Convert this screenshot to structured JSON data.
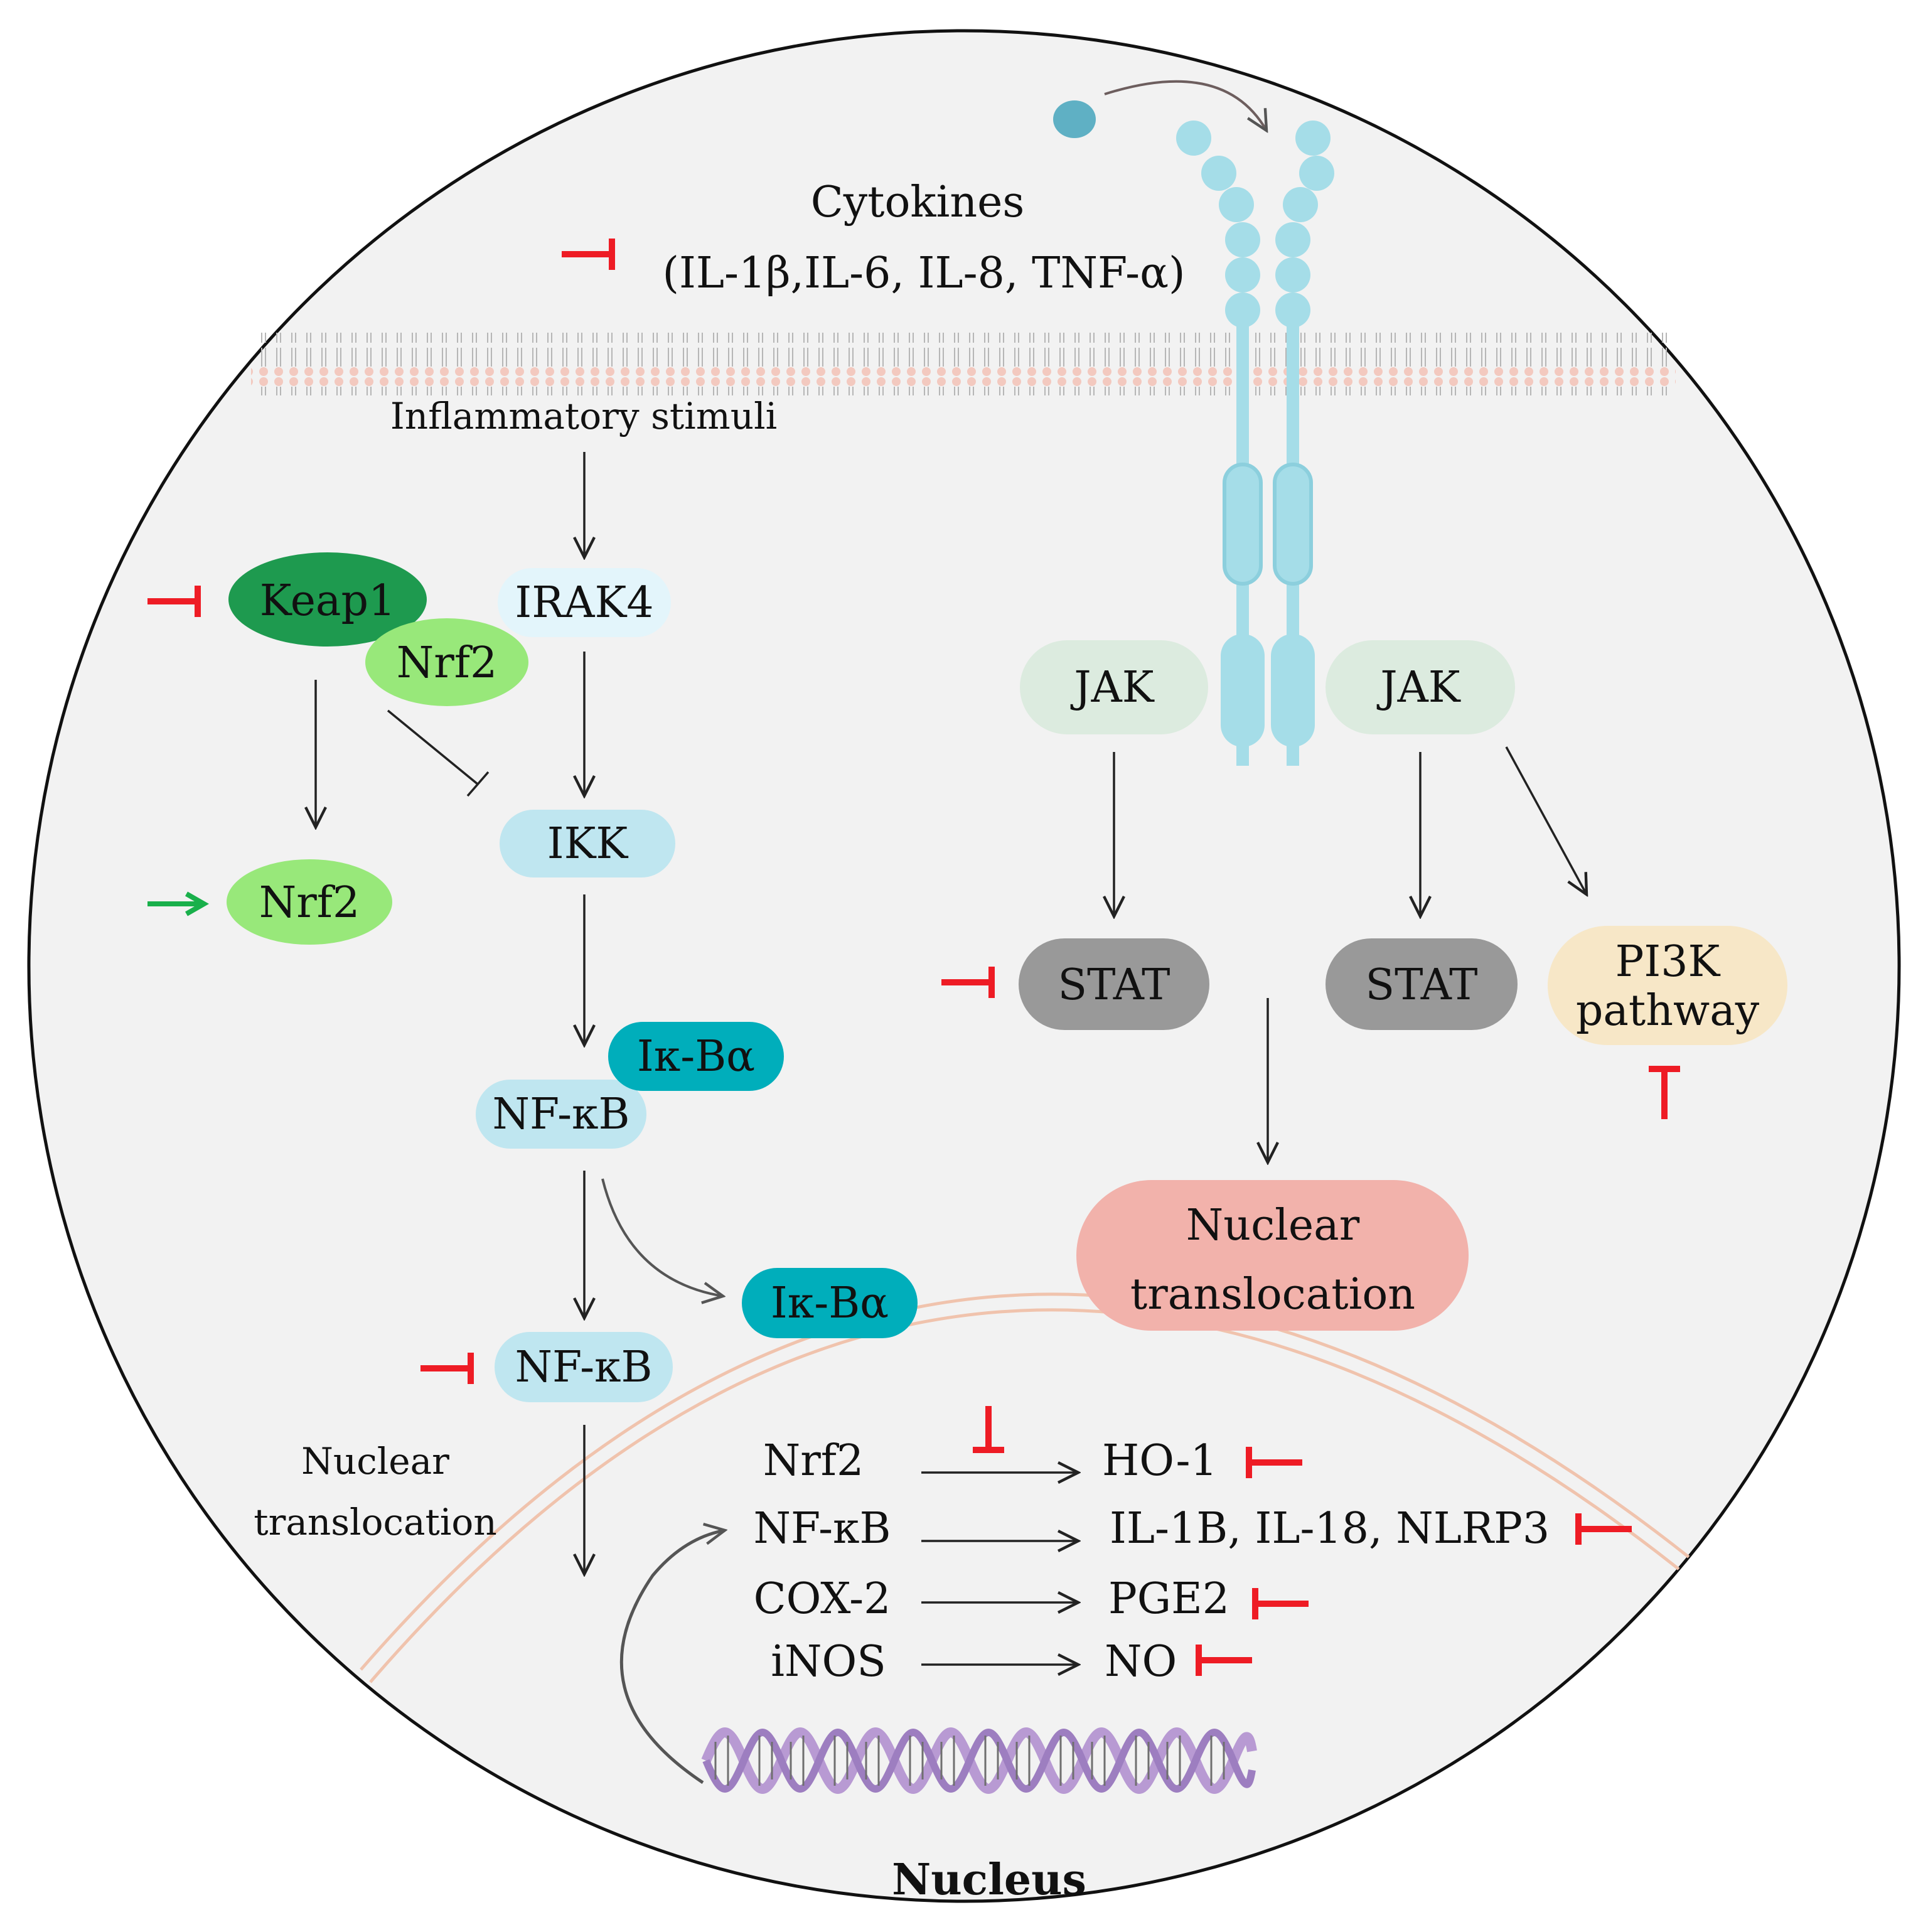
{
  "labels": {
    "cytokines": "Cytokines",
    "cytokine_list": "(IL-1β,IL-6, IL-8, TNF-α)",
    "inflammatory_stimuli": "Inflammatory stimuli",
    "keap1": "Keap1",
    "nrf2_bound": "Nrf2",
    "nrf2_free": "Nrf2",
    "irak4": "IRAK4",
    "ikk": "IKK",
    "ikba_bound": "Iκ-Bα",
    "nfkb_bound": "NF-κB",
    "ikba_released": "Iκ-Bα",
    "nfkb_free": "NF-κB",
    "nuclear_translocation_left_line1": "Nuclear",
    "nuclear_translocation_left_line2": "translocation",
    "jak_left": "JAK",
    "jak_right": "JAK",
    "stat_left": "STAT",
    "stat_right": "STAT",
    "pi3k_line1": "PI3K",
    "pi3k_line2": "pathway",
    "nuclear_translocation_right_line1": "Nuclear",
    "nuclear_translocation_right_line2": "translocation",
    "nucleus": "Nucleus"
  },
  "nuclear_genes": [
    {
      "source": "Nrf2",
      "target": "HO-1"
    },
    {
      "source": "NF-κB",
      "target": "IL-1B, IL-18, NLRP3"
    },
    {
      "source": "COX-2",
      "target": "PGE2"
    },
    {
      "source": "iNOS",
      "target": "NO"
    }
  ],
  "colors": {
    "cell_fill": "#f2f2f2",
    "membrane": "#f3c9bf",
    "keap1": "#1e9a4f",
    "nrf2": "#98e87a",
    "light_blue": "#bfe6f0",
    "very_light_blue": "#e3f5fb",
    "teal": "#00aebb",
    "jak": "#dcebdf",
    "stat": "#999999",
    "pi3k": "#f7e7c7",
    "nuclear_translocation": "#f2b2ab",
    "receptor": "#a5dde8",
    "ligand": "#5fb0c4",
    "inhibit": "#ee1c25",
    "activate": "#19b04b",
    "dna": "#b89ad3"
  }
}
